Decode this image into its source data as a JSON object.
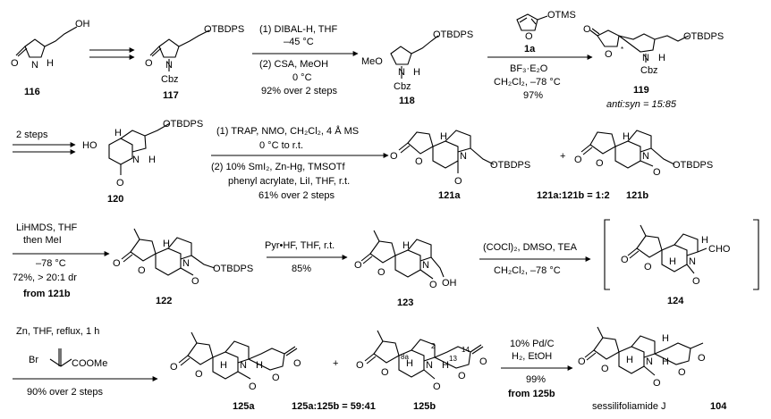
{
  "scheme": {
    "rows": [
      {
        "compounds": [
          {
            "id": "116",
            "substituents": [
              "O",
              "N",
              "H",
              "OH"
            ]
          },
          {
            "id": "117",
            "substituents": [
              "O",
              "N",
              "Cbz",
              "OTBDPS"
            ]
          },
          {
            "id": "118",
            "substituents": [
              "MeO",
              "N",
              "Cbz",
              "H",
              "OTBDPS"
            ]
          },
          {
            "id": "119",
            "substituents": [
              "O",
              "O",
              "*",
              "N",
              "H",
              "Cbz",
              "OTBDPS"
            ],
            "note": "anti:syn = 15:85"
          }
        ],
        "reagent_1a": {
          "id": "1a",
          "substituents": [
            "O",
            "OTMS"
          ]
        },
        "arrows": [
          {
            "conditions": []
          },
          {
            "conditions": [
              "(1) DIBAL-H, THF",
              "–45 °C",
              "(2) CSA, MeOH",
              "0 °C",
              "92% over 2 steps"
            ]
          },
          {
            "conditions": [
              "BF₃·E₂O",
              "CH₂Cl₂, –78 °C",
              "97%"
            ]
          }
        ]
      },
      {
        "compounds": [
          {
            "id": "120",
            "substituents": [
              "HO",
              "H",
              "N",
              "H",
              "O",
              "OTBDPS"
            ]
          },
          {
            "id": "121a",
            "substituents": [
              "O",
              "O",
              "H",
              "N",
              "O",
              "OTBDPS"
            ]
          },
          {
            "id": "121b",
            "substituents": [
              "O",
              "O",
              "H",
              "N",
              "O",
              "OTBDPS"
            ]
          }
        ],
        "plus": "+",
        "ratio": "121a:121b = 1:2",
        "arrows": [
          {
            "conditions": [
              "2 steps"
            ]
          },
          {
            "conditions": [
              "(1) TRAP, NMO, CH₂Cl₂, 4 Å MS",
              "0 °C to r.t.",
              "(2) 10% SmI₂, Zn-Hg, TMSOTf",
              "phenyl acrylate, LiI, THF, r.t.",
              "61% over 2 steps"
            ]
          }
        ]
      },
      {
        "compounds": [
          {
            "id": "122",
            "substituents": [
              "O",
              "O",
              "H",
              "N",
              "O",
              "OTBDPS"
            ]
          },
          {
            "id": "123",
            "substituents": [
              "O",
              "O",
              "H",
              "N",
              "O",
              "OH"
            ]
          },
          {
            "id": "124",
            "substituents": [
              "O",
              "O",
              "H",
              "N",
              "H",
              "O",
              "CHO"
            ]
          }
        ],
        "arrows": [
          {
            "conditions": [
              "LiHMDS, THF",
              "then MeI",
              "–78 °C",
              "72%, > 20:1 dr",
              "from 121b"
            ]
          },
          {
            "conditions": [
              "Pyr•HF, THF, r.t.",
              "85%"
            ]
          },
          {
            "conditions": [
              "(COCl)₂, DMSO, TEA",
              "CH₂Cl₂, –78 °C"
            ]
          }
        ]
      },
      {
        "compounds": [
          {
            "id": "125a",
            "substituents": [
              "O",
              "O",
              "H",
              "N",
              "H",
              "O",
              "O",
              "O"
            ]
          },
          {
            "id": "125b",
            "substituents": [
              "O",
              "O",
              "H",
              "8a",
              "N",
              "2",
              "H",
              "13",
              "14",
              "O",
              "O",
              "O"
            ]
          },
          {
            "id": "104",
            "name": "sessilifoliamide J",
            "substituents": [
              "O",
              "O",
              "H",
              "N",
              "H",
              "H",
              "O",
              "O",
              "O"
            ]
          }
        ],
        "plus": "+",
        "ratio": "125a:125b = 59:41",
        "arrows": [
          {
            "conditions": [
              "Zn, THF, reflux, 1 h",
              "Br",
              "COOMe",
              "90% over 2 steps"
            ]
          },
          {
            "conditions": [
              "10% Pd/C",
              "H₂, EtOH",
              "99%",
              "from 125b"
            ]
          }
        ]
      }
    ]
  }
}
